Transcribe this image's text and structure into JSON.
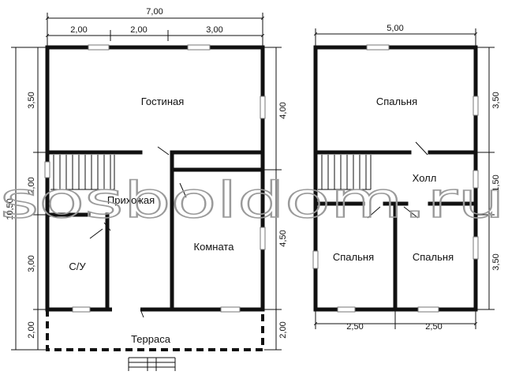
{
  "left_plan": {
    "dims_top": {
      "total": "7,00",
      "seg1": "2,00",
      "seg2": "2,00",
      "seg3": "3,00"
    },
    "dims_left": {
      "total": "10,50",
      "upper": "3,50",
      "middle": "2,00",
      "lower": "3,00",
      "terrace": "2,00"
    },
    "dims_right": {
      "upper": "4,00",
      "lower": "4,50",
      "terrace": "2,00"
    },
    "rooms": {
      "living": "Гостиная",
      "hall": "Прихожая",
      "room": "Комната",
      "bath": "С/У",
      "terrace": "Терраса"
    }
  },
  "right_plan": {
    "dims_top": {
      "total": "5,00"
    },
    "dims_right": {
      "upper": "3,50",
      "middle": "1,50",
      "lower": "3,50"
    },
    "dims_bottom": {
      "left": "2,50",
      "right": "2,50"
    },
    "rooms": {
      "bedroom_top": "Спальня",
      "hall": "Холл",
      "bedroom_left": "Спальня",
      "bedroom_right": "Спальня"
    }
  },
  "watermark": "sosboldom.ru"
}
